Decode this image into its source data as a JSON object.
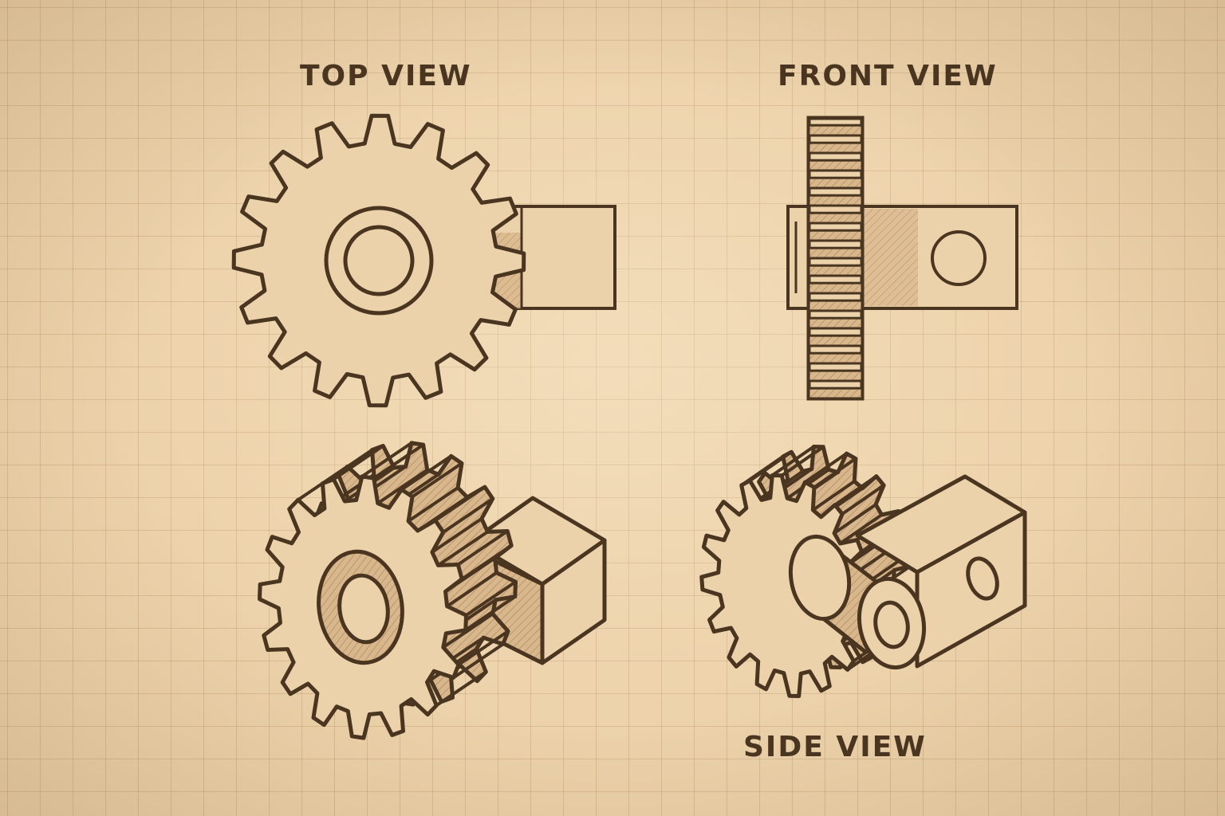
{
  "labels": {
    "top_view": "TOP VIEW",
    "front_view": "FRONT VIEW",
    "side_view": "SIDE VIEW"
  },
  "colors": {
    "paper": "#ecd2aa",
    "ink": "#4a3520",
    "shade": "#c9a47a",
    "grid": "#c49a6c"
  },
  "gear": {
    "teeth": 16
  }
}
